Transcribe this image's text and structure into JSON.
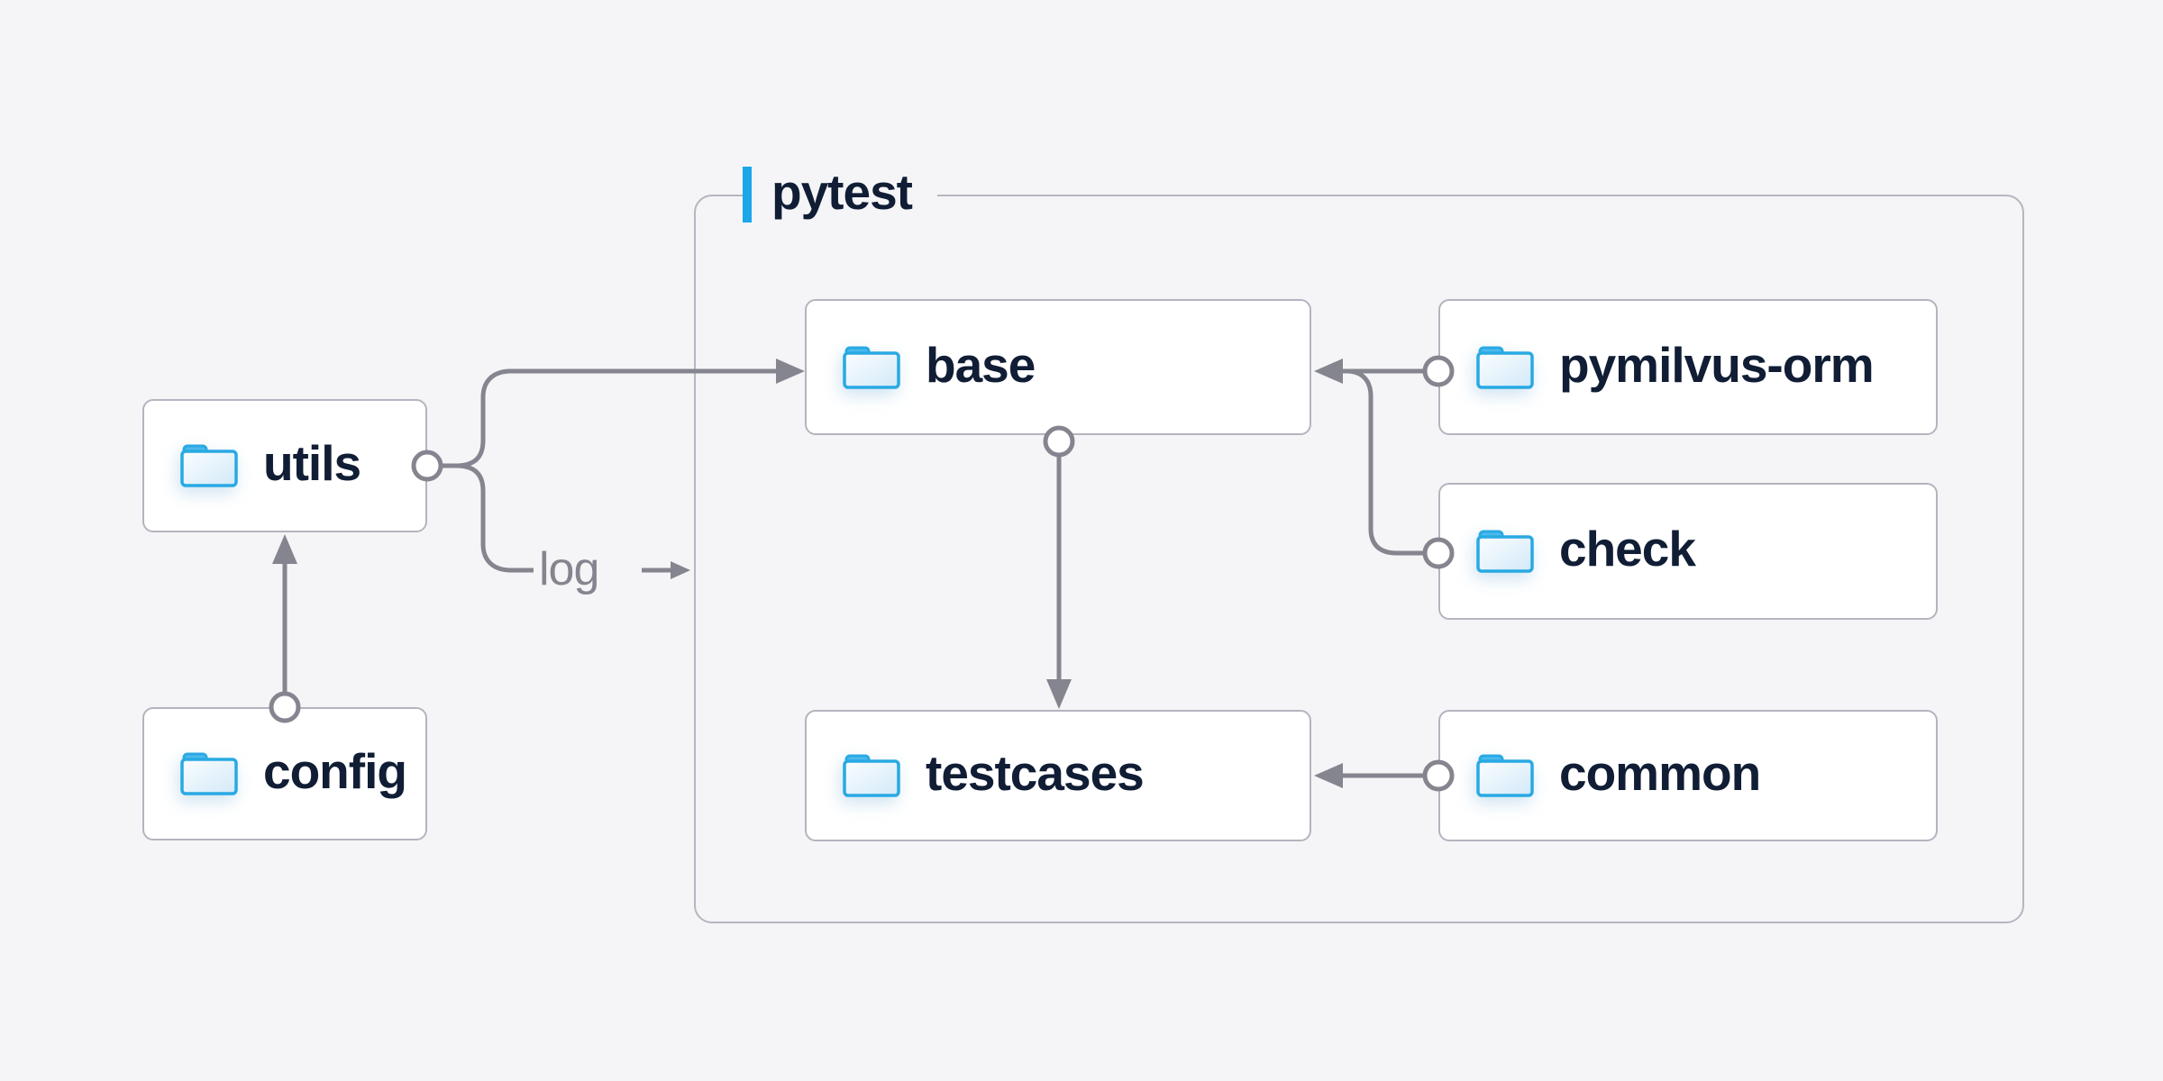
{
  "diagram": {
    "group": {
      "label": "pytest"
    },
    "nodes": [
      {
        "id": "utils",
        "label": "utils",
        "icon": "folder-icon"
      },
      {
        "id": "config",
        "label": "config",
        "icon": "folder-icon"
      },
      {
        "id": "base",
        "label": "base",
        "icon": "folder-icon"
      },
      {
        "id": "pymilvus-orm",
        "label": "pymilvus-orm",
        "icon": "folder-icon"
      },
      {
        "id": "check",
        "label": "check",
        "icon": "folder-icon"
      },
      {
        "id": "testcases",
        "label": "testcases",
        "icon": "folder-icon"
      },
      {
        "id": "common",
        "label": "common",
        "icon": "folder-icon"
      }
    ],
    "edges": [
      {
        "from": "config",
        "to": "utils",
        "label": ""
      },
      {
        "from": "utils",
        "to": "base",
        "label": "log"
      },
      {
        "from": "base",
        "to": "testcases",
        "label": ""
      },
      {
        "from": "pymilvus-orm",
        "to": "base",
        "label": ""
      },
      {
        "from": "check",
        "to": "base",
        "label": ""
      },
      {
        "from": "common",
        "to": "testcases",
        "label": ""
      }
    ],
    "colors": {
      "background": "#f5f5f7",
      "node_background": "#ffffff",
      "node_border": "#b4b4c0",
      "group_border": "#b6b6c2",
      "connector": "#85858f",
      "node_label_text": "#101d35",
      "edge_label_text": "#85858f",
      "accent_bar": "#1ba7e9",
      "folder_stroke": "#29a9e3",
      "folder_tab_fill": "#4cb9ec"
    }
  }
}
